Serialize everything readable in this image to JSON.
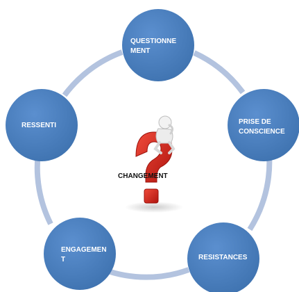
{
  "center": {
    "label": "CHANGEMENT"
  },
  "nodes": [
    {
      "line1": "QUESTIONNE",
      "line2": "MENT"
    },
    {
      "line1": "PRISE DE",
      "line2": "CONSCIENCE"
    },
    {
      "line1": "RESISTANCES",
      "line2": ""
    },
    {
      "line1": "ENGAGEMEN",
      "line2": "T"
    },
    {
      "line1": "RESSENTI",
      "line2": ""
    }
  ],
  "colors": {
    "node_fill": "#4a7ebb",
    "node_shadow": "#3a6aa0",
    "connector": "#b3c3df",
    "text": "#ffffff",
    "question_mark": "#d3201d"
  },
  "icons": {
    "center": "thinking-figure-on-question-mark"
  }
}
